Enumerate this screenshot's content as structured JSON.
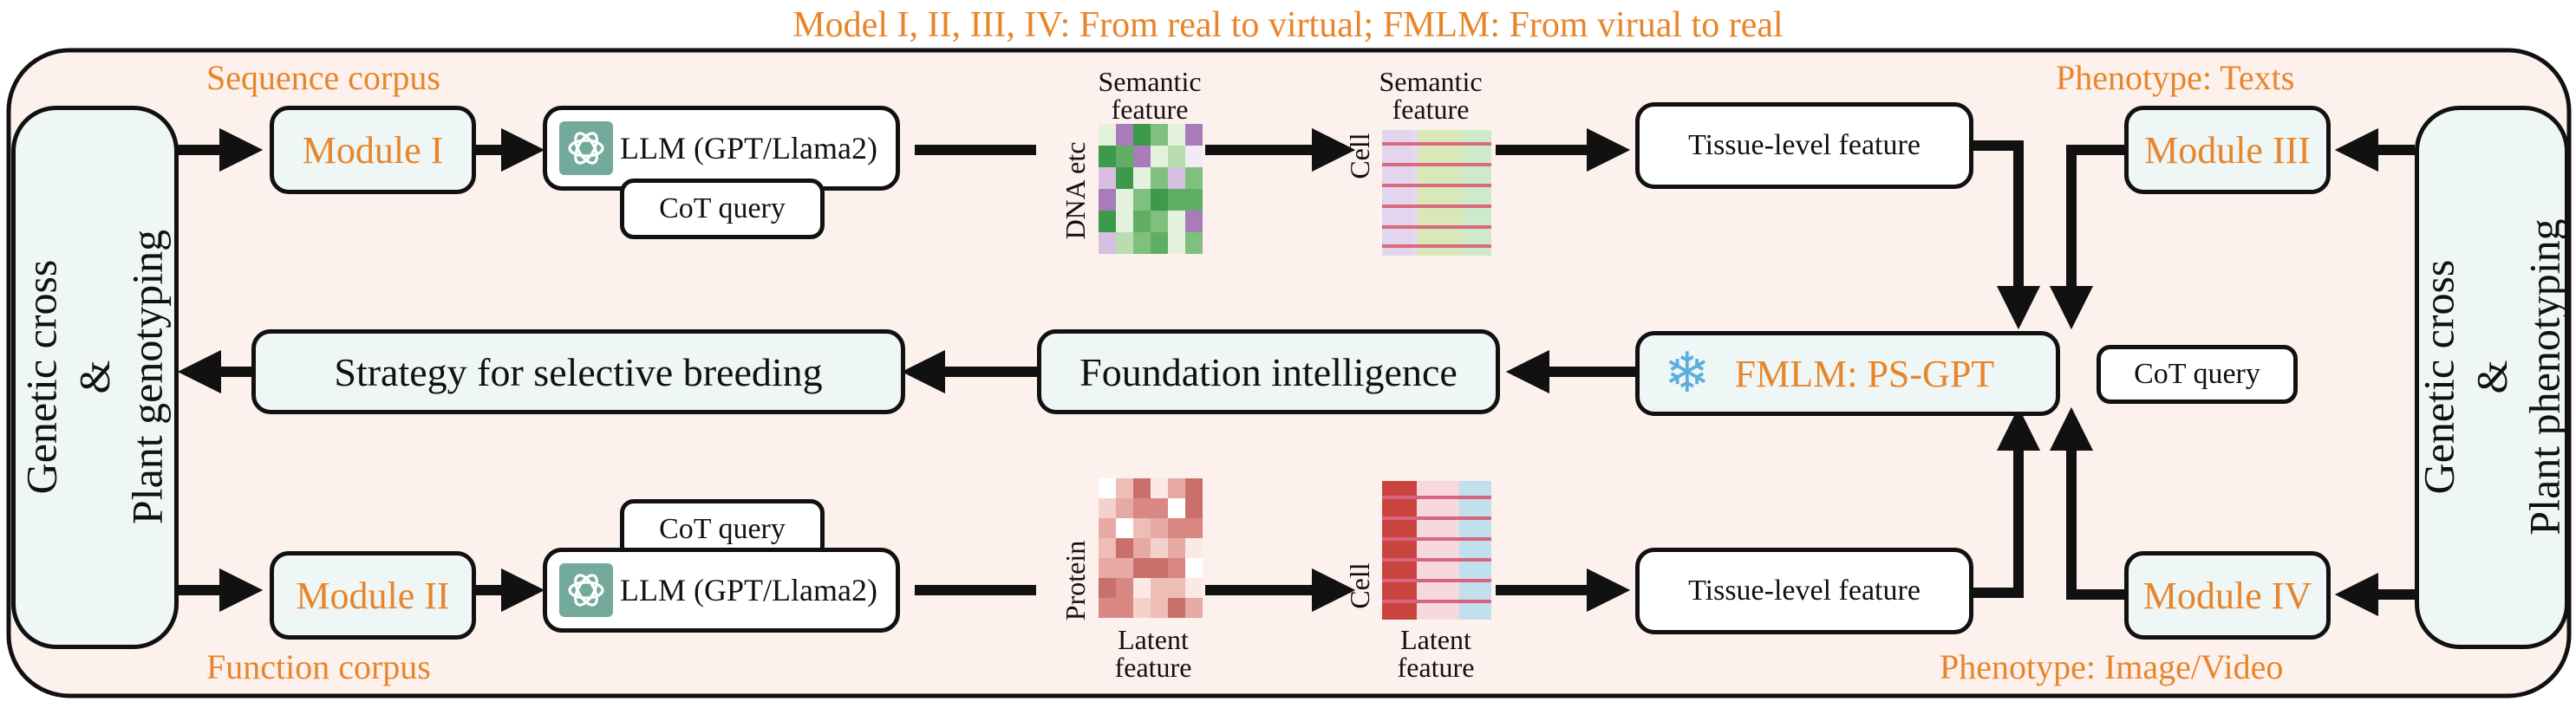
{
  "title": "Model I, II, III, IV: From real to virtual; FMLM: From virual to real",
  "left_side": {
    "line1": "Genetic cross",
    "line2": "&",
    "line3": "Plant genotyping"
  },
  "right_side": {
    "line1": "Genetic cross",
    "line2": "&",
    "line3": "Plant phenotyping"
  },
  "top_row": {
    "corpus_label": "Sequence corpus",
    "module": "Module I",
    "llm": "LLM (GPT/Llama2)",
    "cot": "CoT query",
    "semantic_title_1": "Semantic",
    "semantic_title_2": "feature",
    "dna_label": "DNA etc",
    "cell_semantic_title_1": "Semantic",
    "cell_semantic_title_2": "feature",
    "cell_label": "Cell",
    "tissue": "Tissue-level feature",
    "phenotype_label": "Phenotype: Texts",
    "module_right": "Module III"
  },
  "middle_row": {
    "strategy": "Strategy for selective breeding",
    "foundation": "Foundation intelligence",
    "fmlm": "FMLM: PS-GPT",
    "cot": "CoT query",
    "snowflake": "snowflake-icon"
  },
  "bottom_row": {
    "corpus_label": "Function corpus",
    "module": "Module II",
    "llm": "LLM (GPT/Llama2)",
    "cot": "CoT query",
    "protein_label": "Protein",
    "latent_title_1": "Latent",
    "latent_title_2": "feature",
    "cell_label": "Cell",
    "cell_latent_title_1": "Latent",
    "cell_latent_title_2": "feature",
    "tissue": "Tissue-level feature",
    "phenotype_label": "Phenotype: Image/Video",
    "module_right": "Module IV"
  },
  "colors": {
    "accent": "#E8852A",
    "panel_bg": "#FDF1ED",
    "box_mint": "#EFF6F6",
    "border": "#111111",
    "llm_logo": "#74AA9C"
  }
}
